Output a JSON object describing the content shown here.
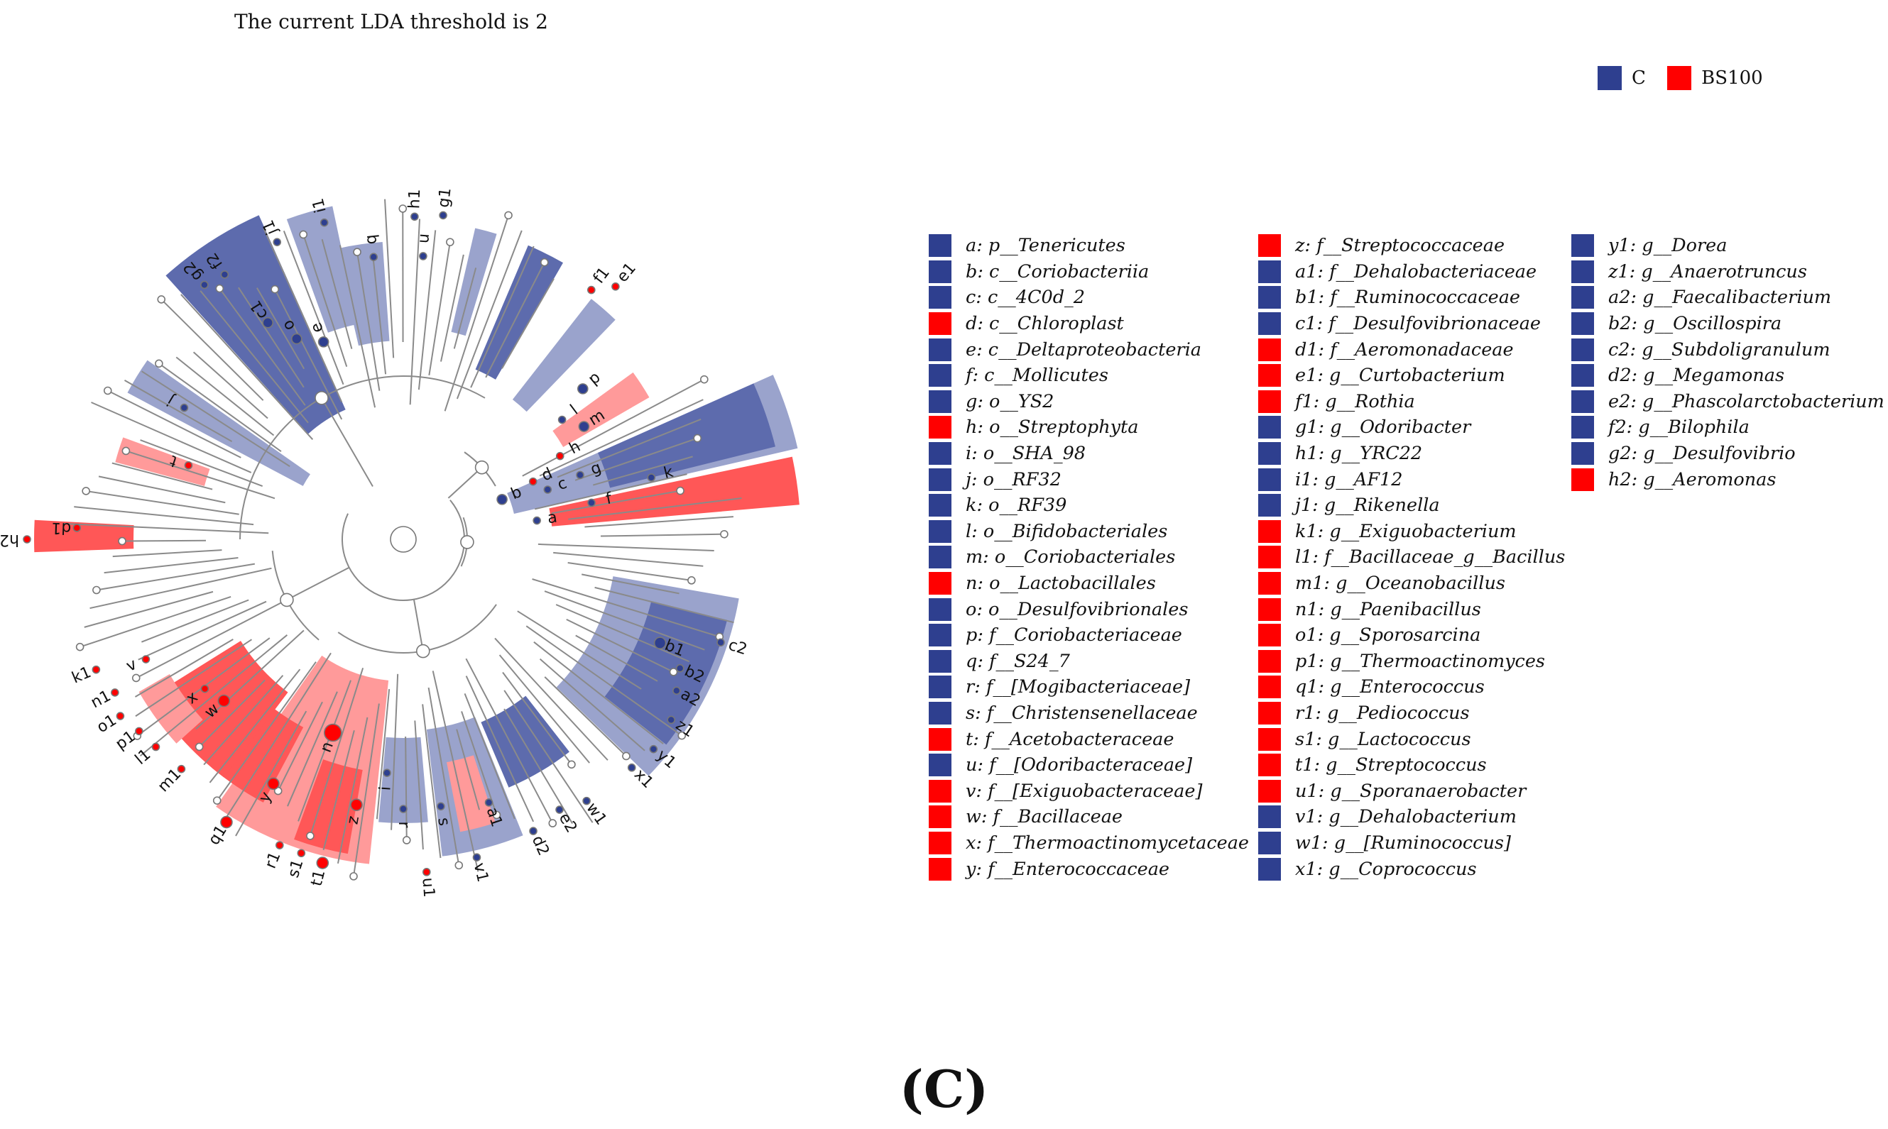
{
  "title": "The current LDA threshold is 2",
  "caption": "(C)",
  "colors": {
    "C": "#2e3f8f",
    "BS100": "#ff0000"
  },
  "legend": [
    {
      "label": "C",
      "group": "C"
    },
    {
      "label": "BS100",
      "group": "BS100"
    }
  ],
  "key_columns": [
    [
      {
        "text": "a: p__Tenericutes",
        "group": "C"
      },
      {
        "text": "b: c__Coriobacteriia",
        "group": "C"
      },
      {
        "text": "c: c__4C0d_2",
        "group": "C"
      },
      {
        "text": "d: c__Chloroplast",
        "group": "BS100"
      },
      {
        "text": "e: c__Deltaproteobacteria",
        "group": "C"
      },
      {
        "text": "f: c__Mollicutes",
        "group": "C"
      },
      {
        "text": "g: o__YS2",
        "group": "C"
      },
      {
        "text": "h: o__Streptophyta",
        "group": "BS100"
      },
      {
        "text": "i: o__SHA_98",
        "group": "C"
      },
      {
        "text": "j: o__RF32",
        "group": "C"
      },
      {
        "text": "k: o__RF39",
        "group": "C"
      },
      {
        "text": "l: o__Bifidobacteriales",
        "group": "C"
      },
      {
        "text": "m: o__Coriobacteriales",
        "group": "C"
      },
      {
        "text": "n: o__Lactobacillales",
        "group": "BS100"
      },
      {
        "text": "o: o__Desulfovibrionales",
        "group": "C"
      },
      {
        "text": "p: f__Coriobacteriaceae",
        "group": "C"
      },
      {
        "text": "q: f__S24_7",
        "group": "C"
      },
      {
        "text": "r: f__[Mogibacteriaceae]",
        "group": "C"
      },
      {
        "text": "s: f__Christensenellaceae",
        "group": "C"
      },
      {
        "text": "t: f__Acetobacteraceae",
        "group": "BS100"
      },
      {
        "text": "u: f__[Odoribacteraceae]",
        "group": "C"
      },
      {
        "text": "v: f__[Exiguobacteraceae]",
        "group": "BS100"
      },
      {
        "text": "w: f__Bacillaceae",
        "group": "BS100"
      },
      {
        "text": "x: f__Thermoactinomycetaceae",
        "group": "BS100"
      },
      {
        "text": "y: f__Enterococcaceae",
        "group": "BS100"
      }
    ],
    [
      {
        "text": "z: f__Streptococcaceae",
        "group": "BS100"
      },
      {
        "text": "a1: f__Dehalobacteriaceae",
        "group": "C"
      },
      {
        "text": "b1: f__Ruminococcaceae",
        "group": "C"
      },
      {
        "text": "c1: f__Desulfovibrionaceae",
        "group": "C"
      },
      {
        "text": "d1: f__Aeromonadaceae",
        "group": "BS100"
      },
      {
        "text": "e1: g__Curtobacterium",
        "group": "BS100"
      },
      {
        "text": "f1: g__Rothia",
        "group": "BS100"
      },
      {
        "text": "g1: g__Odoribacter",
        "group": "C"
      },
      {
        "text": "h1: g__YRC22",
        "group": "C"
      },
      {
        "text": "i1: g__AF12",
        "group": "C"
      },
      {
        "text": "j1: g__Rikenella",
        "group": "C"
      },
      {
        "text": "k1: g__Exiguobacterium",
        "group": "BS100"
      },
      {
        "text": "l1: f__Bacillaceae_g__Bacillus",
        "group": "BS100"
      },
      {
        "text": "m1: g__Oceanobacillus",
        "group": "BS100"
      },
      {
        "text": "n1: g__Paenibacillus",
        "group": "BS100"
      },
      {
        "text": "o1: g__Sporosarcina",
        "group": "BS100"
      },
      {
        "text": "p1: g__Thermoactinomyces",
        "group": "BS100"
      },
      {
        "text": "q1: g__Enterococcus",
        "group": "BS100"
      },
      {
        "text": "r1: g__Pediococcus",
        "group": "BS100"
      },
      {
        "text": "s1: g__Lactococcus",
        "group": "BS100"
      },
      {
        "text": "t1: g__Streptococcus",
        "group": "BS100"
      },
      {
        "text": "u1: g__Sporanaerobacter",
        "group": "BS100"
      },
      {
        "text": "v1: g__Dehalobacterium",
        "group": "C"
      },
      {
        "text": "w1: g__[Ruminococcus]",
        "group": "C"
      },
      {
        "text": "x1: g__Coprococcus",
        "group": "C"
      }
    ],
    [
      {
        "text": "y1: g__Dorea",
        "group": "C"
      },
      {
        "text": "z1: g__Anaerotruncus",
        "group": "C"
      },
      {
        "text": "a2: g__Faecalibacterium",
        "group": "C"
      },
      {
        "text": "b2: g__Oscillospira",
        "group": "C"
      },
      {
        "text": "c2: g__Subdoligranulum",
        "group": "C"
      },
      {
        "text": "d2: g__Megamonas",
        "group": "C"
      },
      {
        "text": "e2: g__Phascolarctobacterium",
        "group": "C"
      },
      {
        "text": "f2: g__Bilophila",
        "group": "C"
      },
      {
        "text": "g2: g__Desulfovibrio",
        "group": "C"
      },
      {
        "text": "h2: g__Aeromonas",
        "group": "BS100"
      }
    ]
  ],
  "tree_labels": [
    {
      "id": "a",
      "group": "C"
    },
    {
      "id": "f",
      "group": "C"
    },
    {
      "id": "k",
      "group": "C"
    },
    {
      "id": "b",
      "group": "C"
    },
    {
      "id": "m",
      "group": "C"
    },
    {
      "id": "l",
      "group": "C"
    },
    {
      "id": "p",
      "group": "C"
    },
    {
      "id": "d",
      "group": "BS100"
    },
    {
      "id": "h",
      "group": "BS100"
    },
    {
      "id": "c",
      "group": "C"
    },
    {
      "id": "g",
      "group": "C"
    },
    {
      "id": "f1",
      "group": "BS100"
    },
    {
      "id": "e1",
      "group": "BS100"
    },
    {
      "id": "g1",
      "group": "C"
    },
    {
      "id": "h1",
      "group": "C"
    },
    {
      "id": "u",
      "group": "C"
    },
    {
      "id": "i1",
      "group": "C"
    },
    {
      "id": "q",
      "group": "C"
    },
    {
      "id": "j1",
      "group": "C"
    },
    {
      "id": "f2",
      "group": "C"
    },
    {
      "id": "g2",
      "group": "C"
    },
    {
      "id": "c1",
      "group": "C"
    },
    {
      "id": "o",
      "group": "C"
    },
    {
      "id": "e",
      "group": "C"
    },
    {
      "id": "j",
      "group": "C"
    },
    {
      "id": "t",
      "group": "BS100"
    },
    {
      "id": "h2",
      "group": "BS100"
    },
    {
      "id": "d1",
      "group": "BS100"
    },
    {
      "id": "c2",
      "group": "C"
    },
    {
      "id": "b1",
      "group": "C"
    },
    {
      "id": "b2",
      "group": "C"
    },
    {
      "id": "a2",
      "group": "C"
    },
    {
      "id": "z1",
      "group": "C"
    },
    {
      "id": "y1",
      "group": "C"
    },
    {
      "id": "x1",
      "group": "C"
    },
    {
      "id": "w1",
      "group": "C"
    },
    {
      "id": "e2",
      "group": "C"
    },
    {
      "id": "d2",
      "group": "C"
    },
    {
      "id": "a1",
      "group": "C"
    },
    {
      "id": "v1",
      "group": "C"
    },
    {
      "id": "s",
      "group": "C"
    },
    {
      "id": "u1",
      "group": "BS100"
    },
    {
      "id": "r",
      "group": "C"
    },
    {
      "id": "i",
      "group": "C"
    },
    {
      "id": "z",
      "group": "BS100"
    },
    {
      "id": "t1",
      "group": "BS100"
    },
    {
      "id": "s1",
      "group": "BS100"
    },
    {
      "id": "r1",
      "group": "BS100"
    },
    {
      "id": "q1",
      "group": "BS100"
    },
    {
      "id": "y",
      "group": "BS100"
    },
    {
      "id": "n",
      "group": "BS100"
    },
    {
      "id": "k1",
      "group": "BS100"
    },
    {
      "id": "v",
      "group": "BS100"
    },
    {
      "id": "n1",
      "group": "BS100"
    },
    {
      "id": "x",
      "group": "BS100"
    },
    {
      "id": "w",
      "group": "BS100"
    },
    {
      "id": "o1",
      "group": "BS100"
    },
    {
      "id": "p1",
      "group": "BS100"
    },
    {
      "id": "l1",
      "group": "BS100"
    },
    {
      "id": "m1",
      "group": "BS100"
    }
  ]
}
